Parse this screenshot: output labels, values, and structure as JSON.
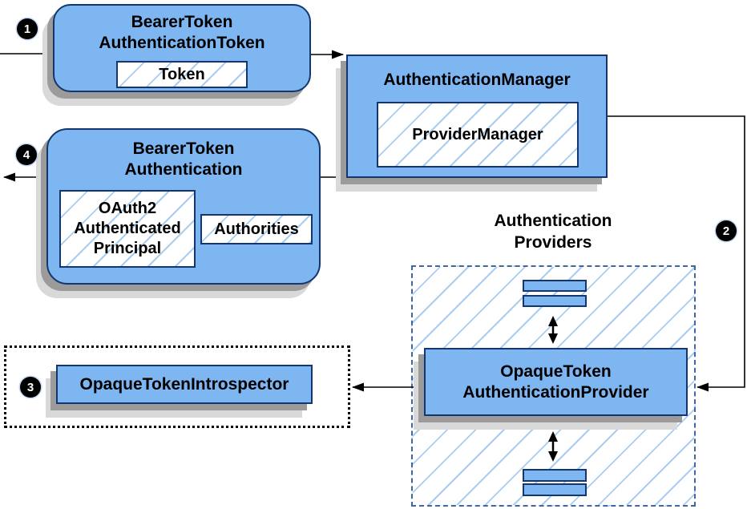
{
  "colors": {
    "box_fill": "#7EB6F2",
    "box_border": "#14366E",
    "hatch_line": "#A9CDF0",
    "providers_dash_border": "#3F68A0",
    "connector": "#000000",
    "shadow_dark": "#9B9B9B",
    "shadow_light": "#D9D9D9",
    "badge_bg": "#000000",
    "badge_text": "#FFFFFF",
    "text": "#000000"
  },
  "steps": {
    "one": "1",
    "two": "2",
    "three": "3",
    "four": "4"
  },
  "boxes": {
    "bearer_token_authentication_token": {
      "title_lines": [
        "BearerToken",
        "AuthenticationToken"
      ],
      "token_label": "Token"
    },
    "authentication_manager": {
      "title": "AuthenticationManager",
      "provider_manager_label": "ProviderManager"
    },
    "bearer_token_authentication": {
      "title_lines": [
        "BearerToken",
        "Authentication"
      ],
      "principal_lines": [
        "OAuth2",
        "Authenticated",
        "Principal"
      ],
      "authorities_label": "Authorities"
    },
    "authentication_providers_group": {
      "title_lines": [
        "Authentication",
        "Providers"
      ]
    },
    "opaque_token_authentication_provider": {
      "title_lines": [
        "OpaqueToken",
        "AuthenticationProvider"
      ]
    },
    "opaque_token_introspector": {
      "label": "OpaqueTokenIntrospector"
    }
  }
}
